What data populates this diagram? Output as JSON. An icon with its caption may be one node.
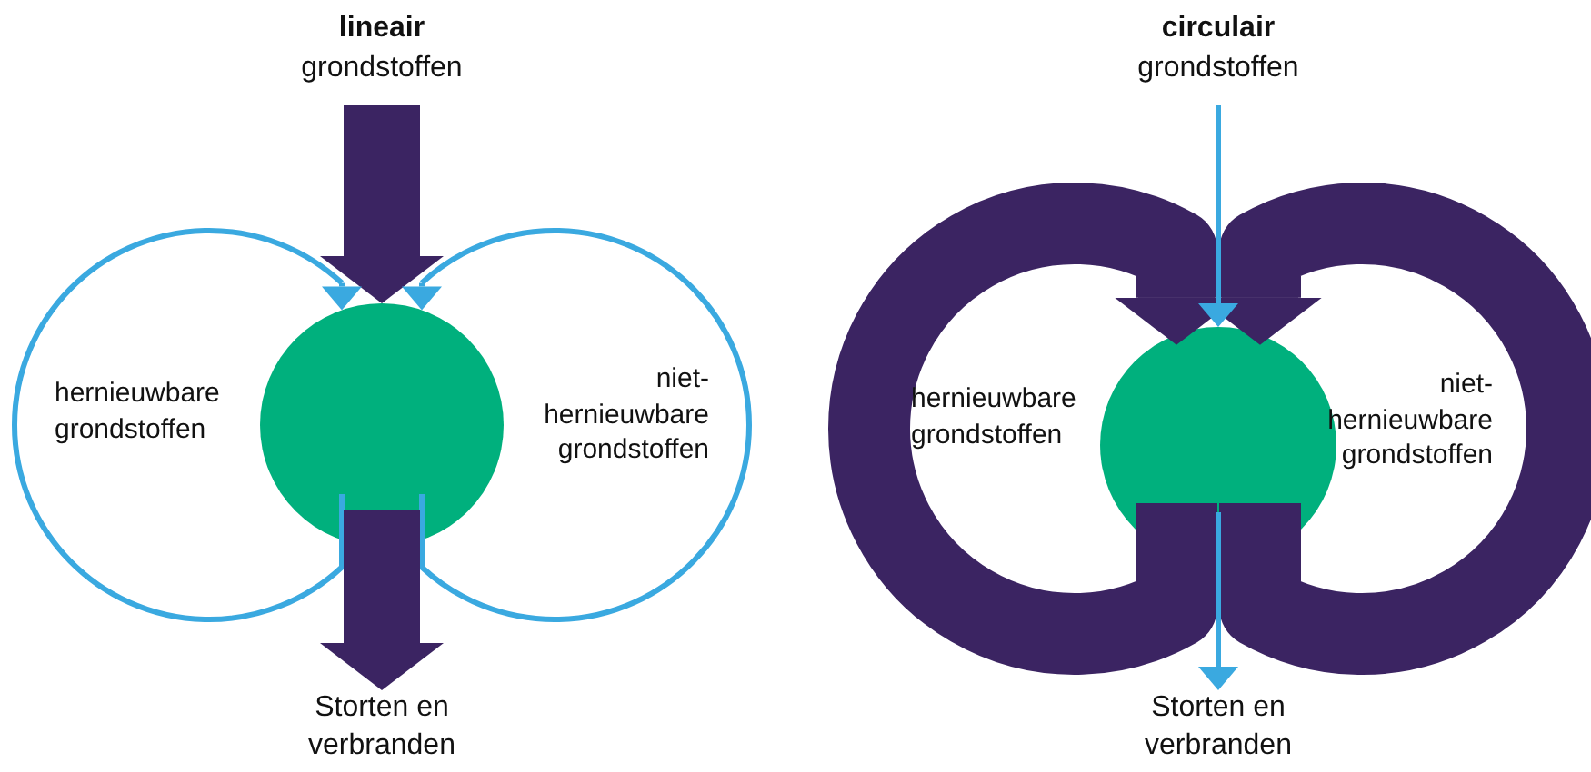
{
  "diagram": {
    "nodes": [
      {
        "text": [
          "lineair",
          "grondstoffen"
        ]
      },
      {
        "text": [
          "hernieuwbare grondstoffen"
        ]
      },
      {
        "text": [
          "niet-hernieuwbare grondstoffen"
        ]
      },
      {
        "text": [],
        "shape": "circle"
      },
      {
        "text": [
          "Storten en verbranden"
        ]
      },
      {
        "text": [
          "circulair",
          "grondstoffen"
        ]
      },
      {
        "text": [
          "hernieuwbare grondstoffen"
        ]
      },
      {
        "text": [
          "niet-hernieuwbare grondstoffen"
        ]
      },
      {
        "text": [],
        "shape": "circle"
      },
      {
        "text": [
          "Storten en verbranden"
        ]
      }
    ],
    "edges": [
      {
        "from": 0,
        "to": 3,
        "arrow": "to",
        "style": "thick",
        "color": "#3b2462"
      },
      {
        "from": 1,
        "to": 3,
        "arrow": "to",
        "color": "#3aa9e0"
      },
      {
        "from": 2,
        "to": 3,
        "arrow": "to",
        "color": "#3aa9e0"
      },
      {
        "from": 3,
        "to": 4,
        "arrow": "to",
        "style": "thick",
        "color": "#3b2462"
      },
      {
        "from": 5,
        "to": 8,
        "arrow": "to",
        "color": "#3aa9e0"
      },
      {
        "from": 6,
        "to": 8,
        "arrow": "to",
        "style": "thick",
        "color": "#3b2462"
      },
      {
        "from": 7,
        "to": 8,
        "arrow": "to",
        "style": "thick",
        "color": "#3b2462"
      },
      {
        "from": 8,
        "to": 9,
        "arrow": "to",
        "color": "#3aa9e0"
      }
    ]
  }
}
